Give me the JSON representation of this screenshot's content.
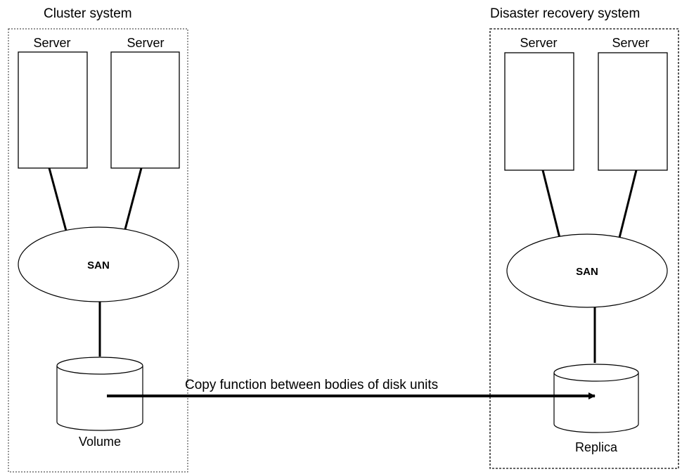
{
  "cluster": {
    "title": "Cluster system",
    "servers": [
      {
        "label": "Server"
      },
      {
        "label": "Server"
      }
    ],
    "san": {
      "label": "SAN"
    },
    "disk": {
      "label": "Volume"
    }
  },
  "dr": {
    "title": "Disaster recovery system",
    "servers": [
      {
        "label": "Server"
      },
      {
        "label": "Server"
      }
    ],
    "san": {
      "label": "SAN"
    },
    "disk": {
      "label": "Replica"
    }
  },
  "copy": {
    "label": "Copy function between bodies of disk units"
  }
}
